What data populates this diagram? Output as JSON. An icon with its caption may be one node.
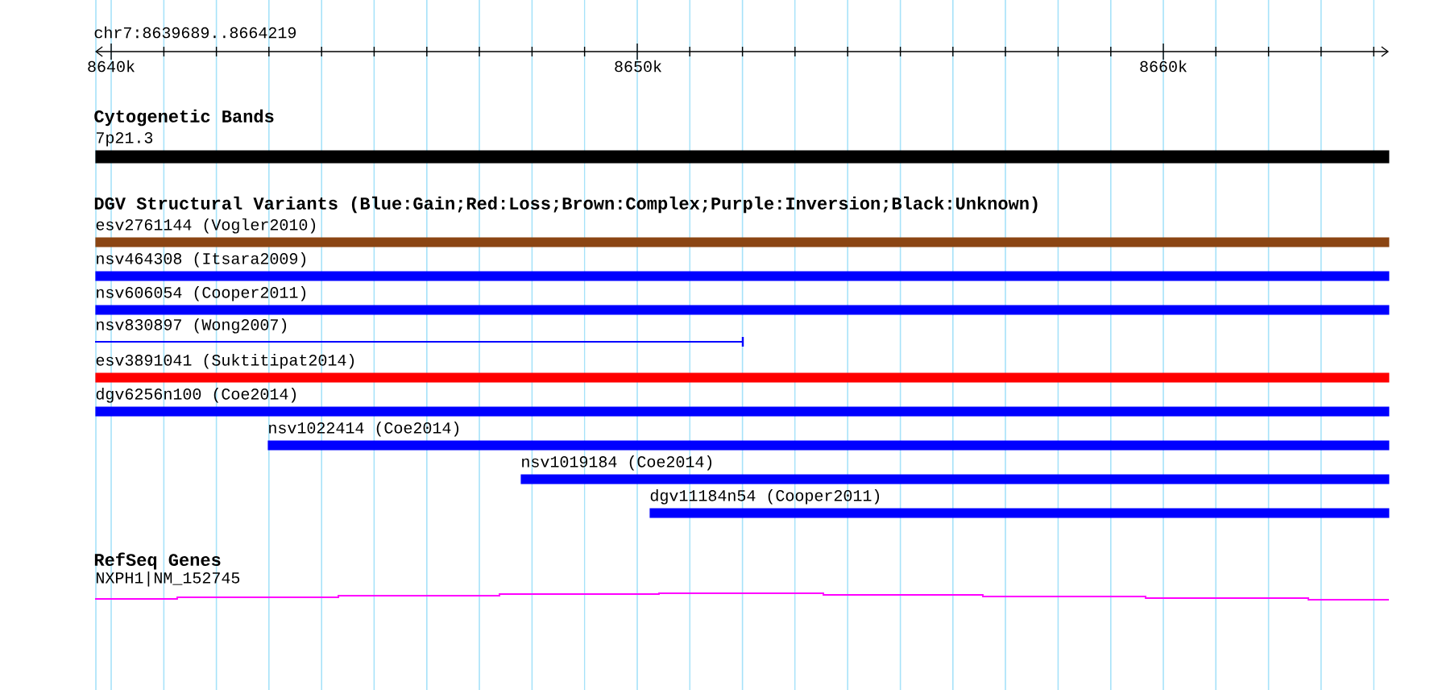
{
  "diagram": {
    "nodes": [
      {
        "text": [
          "7p21.3"
        ]
      },
      {
        "text": [
          "esv2761144 (Vogler2010)"
        ]
      },
      {
        "text": [
          "nsv464308 (Itsara2009)"
        ]
      },
      {
        "text": [
          "nsv606054 (Cooper2011)"
        ]
      },
      {
        "text": [
          "nsv830897 (Wong2007)"
        ]
      },
      {
        "text": [
          "esv3891041 (Suktitipat2014)"
        ]
      },
      {
        "text": [
          "dgv6256n100 (Coe2014)"
        ]
      },
      {
        "text": [
          "nsv1022414 (Coe2014)"
        ]
      },
      {
        "text": [
          "nsv1019184 (Coe2014)"
        ]
      },
      {
        "text": [
          "dgv11184n54 (Cooper2011)"
        ]
      },
      {
        "text": [
          "NXPH1|NM_152745"
        ]
      }
    ],
    "labels": [
      "chr7:8639689..8664219",
      "8640k",
      "8650k",
      "8660k",
      "Cytogenetic Bands",
      "DGV Structural Variants (Blue:Gain;Red:Loss;Brown:Complex;Purple:Inversion;Black:Unknown)",
      "RefSeq Genes"
    ]
  }
}
